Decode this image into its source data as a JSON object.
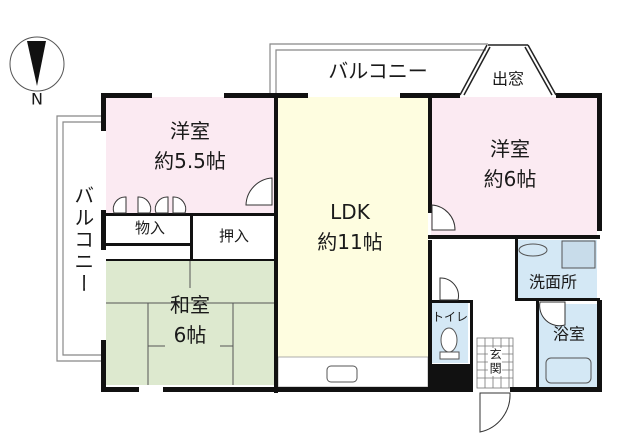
{
  "compass": {
    "label": "N",
    "icon": "north-arrow-icon"
  },
  "colors": {
    "western_room": "#fbeaf2",
    "ldk": "#fefde0",
    "japanese_room": "#dde9cf",
    "wet_area": "#d4e8f5",
    "wall": "#111111",
    "balcony_line": "#888888",
    "floor_white": "#ffffff"
  },
  "rooms": {
    "western_room_1": {
      "name": "洋室",
      "size": "約5.5帖"
    },
    "western_room_2": {
      "name": "洋室",
      "size": "約6帖"
    },
    "ldk": {
      "name": "LDK",
      "size": "約11帖"
    },
    "japanese_room": {
      "name": "和室",
      "size": "6帖"
    },
    "storage": {
      "name": "物入"
    },
    "closet": {
      "name": "押入"
    },
    "washroom": {
      "name": "洗面所"
    },
    "bathroom": {
      "name": "浴室"
    },
    "toilet": {
      "name": "トイレ"
    },
    "entrance": {
      "name": "玄関"
    }
  },
  "balconies": {
    "top": {
      "label": "バルコニー"
    },
    "left": {
      "label": "バルコニー"
    },
    "bay_window": {
      "label": "出窓"
    }
  }
}
